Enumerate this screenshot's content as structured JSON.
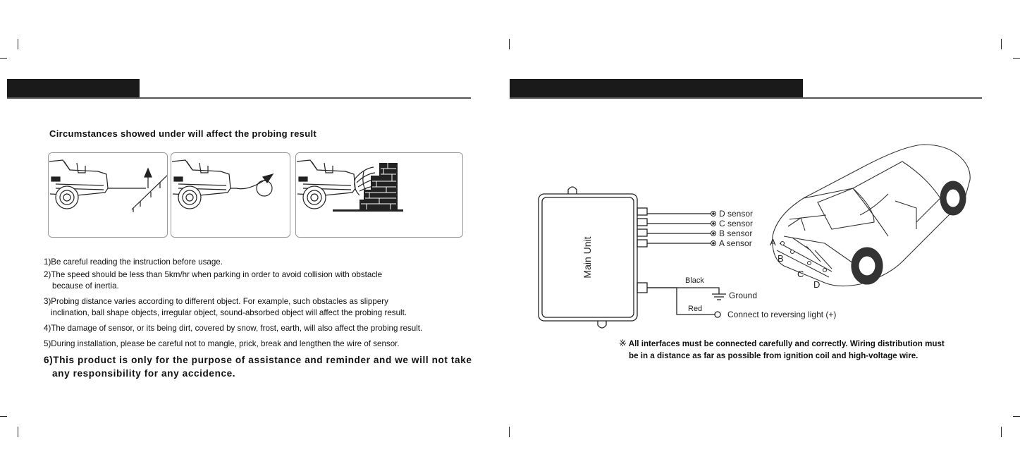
{
  "left_page": {
    "section_title": "Circumstances showed under will affect the probing result",
    "items": [
      {
        "lines": [
          "1)Be careful reading the instruction before usage."
        ]
      },
      {
        "lines": [
          "2)The speed should  be less  than   5km/hr   when parking in order to avoid collision with  obstacle",
          "because of inertia."
        ]
      },
      {
        "lines": [
          "3)Probing distance varies according to different object. For example, such obstacles as slippery",
          "inclination, ball shape objects, irregular object, sound-absorbed object will affect the probing result."
        ]
      },
      {
        "lines": [
          "4)The damage of sensor, or its being dirt, covered by snow, frost, earth, will also affect the probing result."
        ]
      },
      {
        "lines": [
          "5)During installation, please be careful not to mangle, prick, break and lengthen the wire of sensor."
        ]
      },
      {
        "lines": [
          "6)This product is only for the purpose of assistance and reminder and we will not take",
          "any responsibility for any accidence."
        ]
      }
    ]
  },
  "right_page": {
    "main_unit_label": "Main Unit",
    "sensors": [
      "D sensor",
      "C sensor",
      "B sensor",
      "A sensor"
    ],
    "wires": {
      "black_label": "Black",
      "ground_label": "Ground",
      "red_label": "Red",
      "reverse_label": "Connect to reversing light (+)"
    },
    "car_sensor_letters": [
      "A",
      "B",
      "C",
      "D"
    ],
    "note_symbol": "※",
    "note_lines": [
      "All interfaces must be connected carefully and correctly. Wiring distribution must",
      "be in a distance as far as possible from ignition coil and high-voltage wire."
    ]
  }
}
